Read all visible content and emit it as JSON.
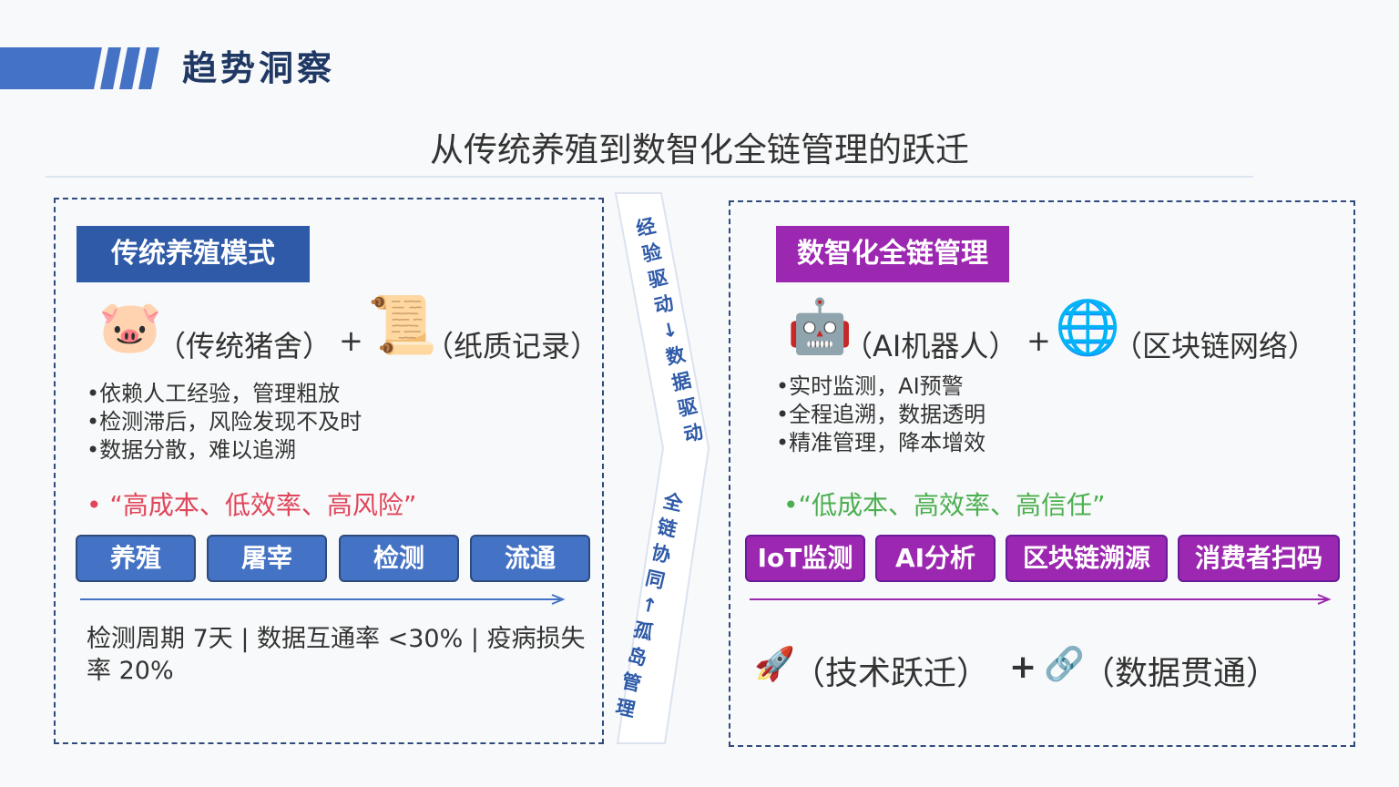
{
  "header": {
    "title": "趋势洞察"
  },
  "subtitle": "从传统养殖到数智化全链管理的跃迁",
  "left": {
    "tag": "传统养殖模式",
    "equation": {
      "item1_emoji": "🐷",
      "item1_label": "（传统猪舍）",
      "plus": "+",
      "item2_emoji": "📜",
      "item2_label": "（纸质记录）"
    },
    "bullets": [
      "•依赖人工经验，管理粗放",
      "•检测滞后，风险发现不及时",
      "•数据分散，难以追溯"
    ],
    "slogan": "• “高成本、低效率、高风险”",
    "process": [
      "养殖",
      "屠宰",
      "检测",
      "流通"
    ],
    "stats": "检测周期 7天 | 数据互通率 <30% | 疫病损失率 20%"
  },
  "middle": {
    "upper": "经验驱动↓数据驱动",
    "lower": "全链协同↑孤岛管理"
  },
  "right": {
    "tag": "数智化全链管理",
    "equation": {
      "item1_emoji": "🤖",
      "item1_label": "（AI机器人）",
      "plus": "+",
      "item2_emoji": "🌐",
      "item2_label": "（区块链网络）"
    },
    "bullets": [
      "•实时监测，AI预警",
      "•全程追溯，数据透明",
      "•精准管理，降本增效"
    ],
    "slogan": "•“低成本、高效率、高信任”",
    "process": [
      "IoT监测",
      "AI分析",
      "区块链溯源",
      "消费者扫码"
    ],
    "bottom": {
      "item1_emoji": "🚀",
      "item1_label": "（技术跃迁）",
      "plus": "+",
      "item2_emoji": "🔗",
      "item2_label": "（数据贯通）"
    }
  },
  "colors": {
    "navy": "#1f3864",
    "blue": "#4472c4",
    "tag_blue": "#2e5aa8",
    "purple": "#9c27b0",
    "red_slogan": "#e0455a",
    "green_slogan": "#4caf50"
  }
}
